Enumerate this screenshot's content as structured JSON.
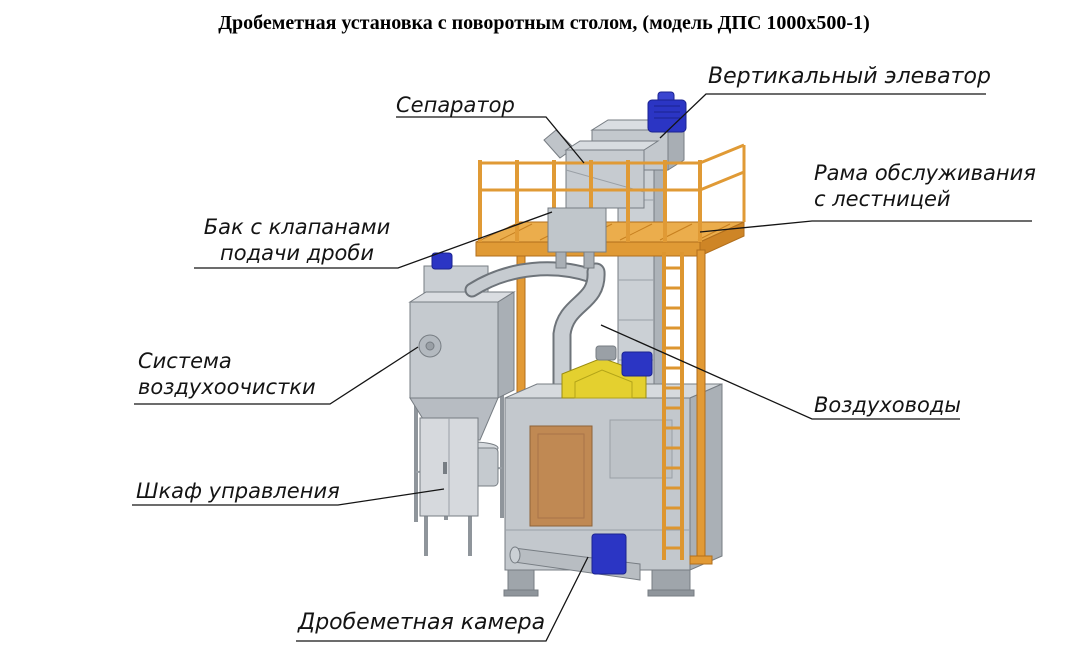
{
  "title": "Дробеметная установка с поворотным столом, (модель ДПС 1000х500-1)",
  "labels": {
    "separator": {
      "text": "Сепаратор"
    },
    "elevator": {
      "text": "Вертикальный элеватор"
    },
    "service_frame": {
      "line1": "Рама обслуживания",
      "line2": "с лестницей"
    },
    "shot_tank": {
      "line1": "Бак с клапанами",
      "line2": "подачи дроби"
    },
    "air_cleaning": {
      "line1": "Система",
      "line2": "воздухоочистки"
    },
    "ducts": {
      "text": "Воздуховоды"
    },
    "control_cabinet": {
      "text": "Шкаф управления"
    },
    "blast_chamber": {
      "text": "Дробеметная камера"
    }
  },
  "colors": {
    "frame_orange": "#E29A35",
    "machine_gray": "#C3C8CD",
    "machine_gray_dark": "#AAB0B6",
    "machine_gray_light": "#D6DADE",
    "motor_blue": "#2B35C4",
    "drive_yellow": "#E4D02F",
    "door_brown": "#C08953",
    "leader_line": "#141414"
  }
}
